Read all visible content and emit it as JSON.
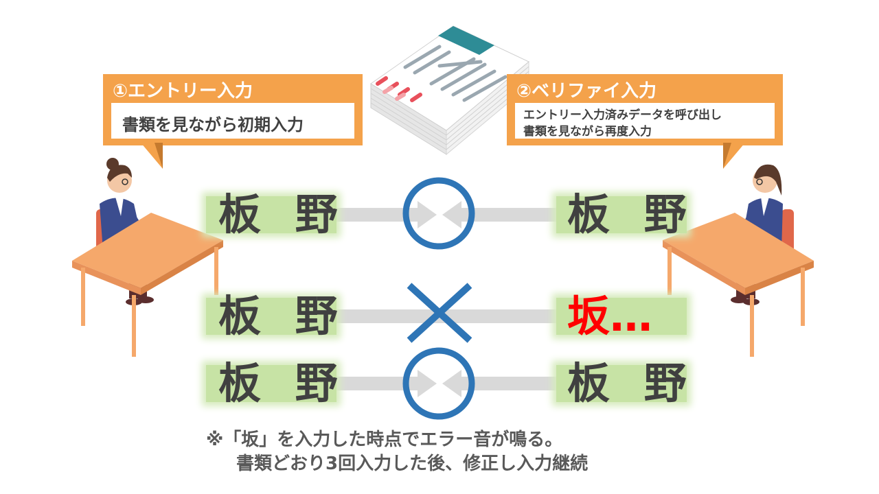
{
  "callouts": {
    "entry": {
      "title": "①エントリー入力",
      "body": "書類を見ながら初期入力"
    },
    "verify": {
      "title": "②ベリファイ入力",
      "line1": "エントリー入力済みデータを呼び出し",
      "line2": "書類を見ながら再度入力"
    }
  },
  "rows": [
    {
      "left": "板 野",
      "right": "板 野",
      "result": "circle"
    },
    {
      "left": "板 野",
      "right": "坂…",
      "result": "cross"
    },
    {
      "left": "板 野",
      "right": "板 野",
      "result": "circle"
    }
  ],
  "note": {
    "line1": "※「坂」を入力した時点でエラー音が鳴る。",
    "line2": "書類どおり3回入力した後、修正し入力継続"
  },
  "colors": {
    "accent": "#F4A24B",
    "blue": "#2E75B6",
    "green": "#C7E3A5",
    "error": "#FF0000"
  }
}
